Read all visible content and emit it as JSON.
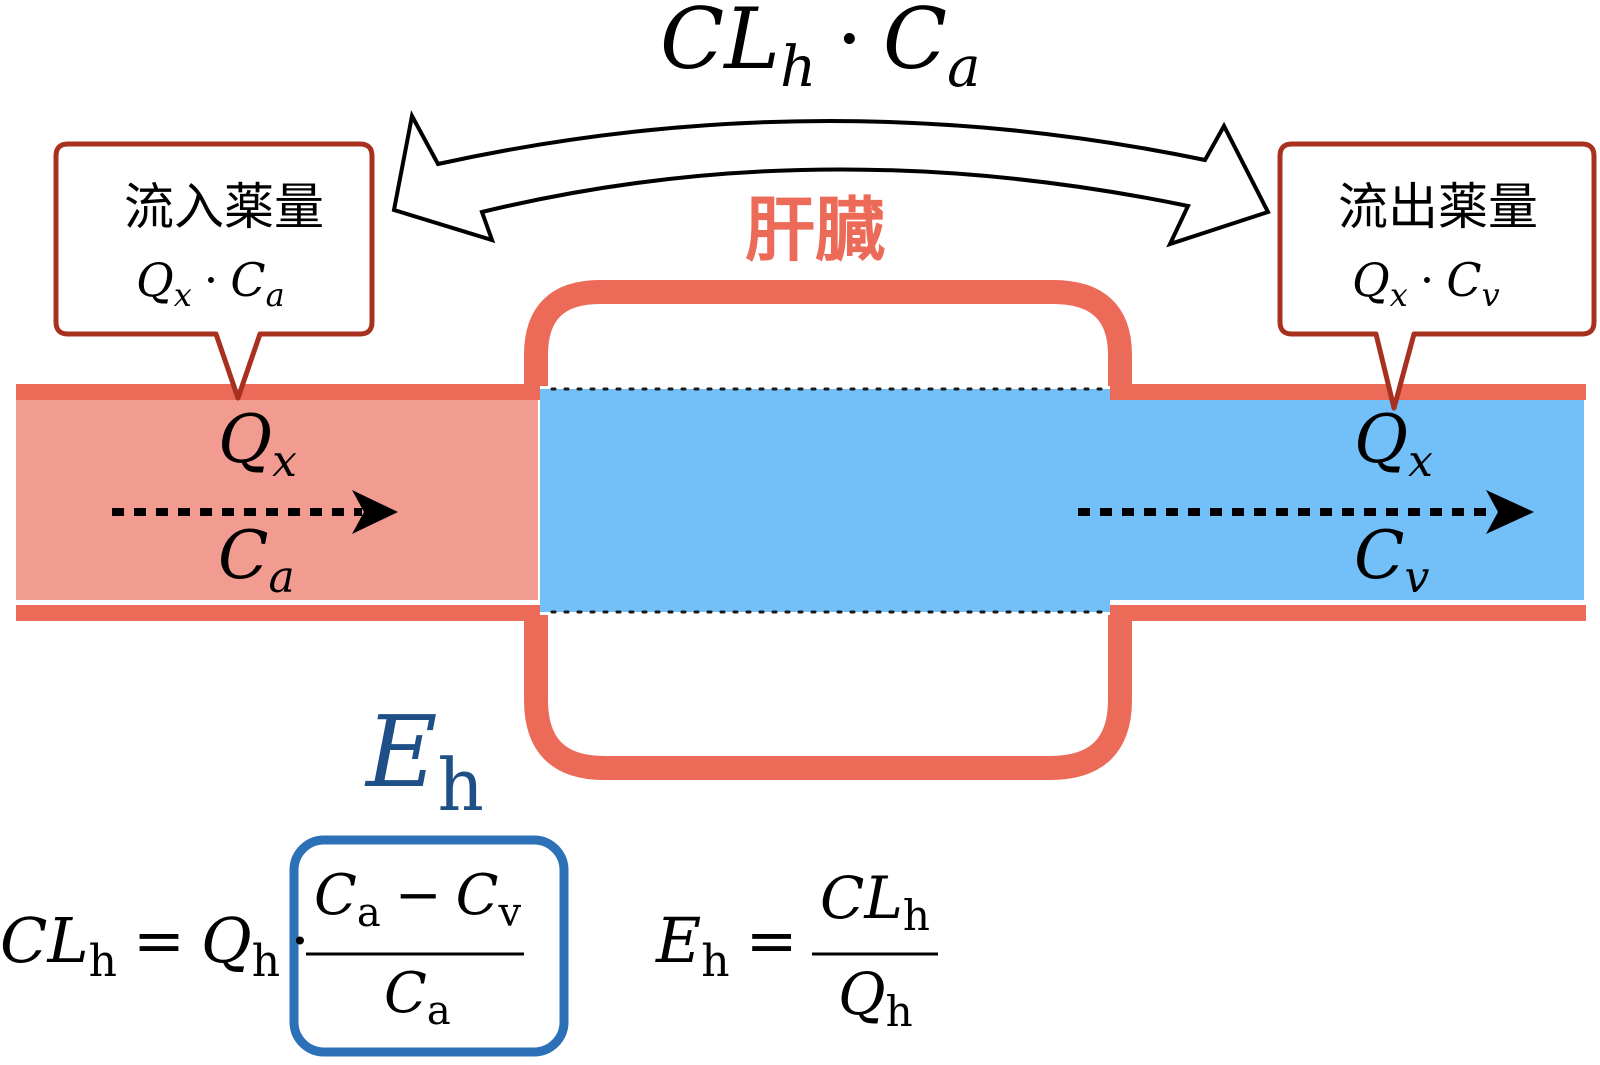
{
  "liver_label": "肝臓",
  "exchange": {
    "label_main": "CL",
    "label_main_sub": "h",
    "label_dot": "·",
    "label_c": "C",
    "label_c_sub": "a"
  },
  "inflow_box": {
    "title": "流入薬量",
    "q": "Q",
    "q_sub": "x",
    "dot": "·",
    "c": "C",
    "c_sub": "a"
  },
  "outflow_box": {
    "title": "流出薬量",
    "q": "Q",
    "q_sub": "x",
    "dot": "·",
    "c": "C",
    "c_sub": "v"
  },
  "inflow_vessel": {
    "q": "Q",
    "q_sub": "x",
    "c": "C",
    "c_sub": "a"
  },
  "outflow_vessel": {
    "q": "Q",
    "q_sub": "x",
    "c": "C",
    "c_sub": "v"
  },
  "extraction_label": {
    "e": "E",
    "e_sub": "h"
  },
  "formula_clearance": {
    "lhs": "CL",
    "lhs_sub": "h",
    "eq": "=",
    "q": "Q",
    "q_sub": "h",
    "dot": "·",
    "num_c1": "C",
    "num_c1_sub": "a",
    "minus": "−",
    "num_c2": "C",
    "num_c2_sub": "v",
    "den_c": "C",
    "den_c_sub": "a"
  },
  "formula_extraction": {
    "lhs": "E",
    "lhs_sub": "h",
    "eq": "=",
    "num": "CL",
    "num_sub": "h",
    "den": "Q",
    "den_sub": "h"
  },
  "colors": {
    "vessel_wall": "#ec6b58",
    "arterial_fill": "#f29b90",
    "venous_fill": "#73bff7",
    "callout_border": "#a8301f",
    "extraction_blue": "#2c70b8",
    "extraction_label": "#1e4f86"
  }
}
